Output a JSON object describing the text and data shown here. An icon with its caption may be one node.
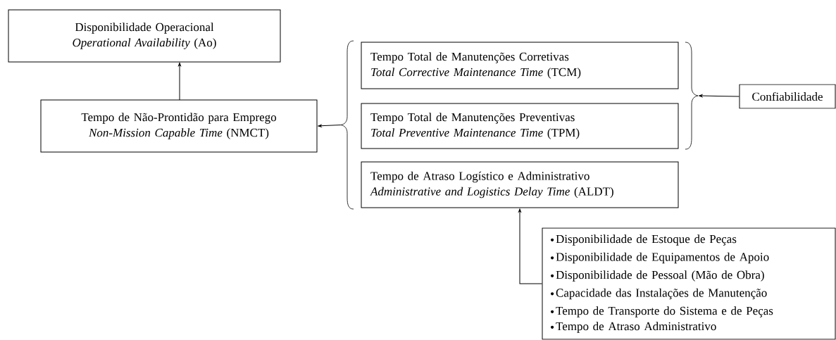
{
  "diagram": {
    "nodes": [
      {
        "text": [
          "Disponibilidade Operacional",
          "*Operational Availability* (Ao)"
        ]
      },
      {
        "text": [
          "Tempo de Não-Prontidão para Emprego",
          "*Non-Mission Capable Time* (NMCT)"
        ]
      },
      {
        "text": [
          "Tempo Total de Manutenções Corretivas",
          "*Total Corrective Maintenance Time* (TCM)"
        ]
      },
      {
        "text": [
          "Tempo Total de Manutenções Preventivas",
          "*Total Preventive Maintenance Time* (TPM)"
        ]
      },
      {
        "text": [
          "Tempo de Atraso Logístico e Administrativo",
          "*Administrative and Logistics Delay Time* (ALDT)"
        ]
      },
      {
        "text": [
          "Confiabilidade"
        ]
      },
      {
        "text": [
          "Disponibilidade de Estoque de Peças",
          "Disponibilidade de Equipamentos de Apoio",
          "Disponibilidade de Pessoal (Mão de Obra)",
          "Capacidade das Instalações de Manutenção",
          "Tempo de Transporte do Sistema e de Peças",
          "Tempo de Atraso Administrativo"
        ]
      },
      {
        "text": [],
        "shape": "brace"
      },
      {
        "text": [],
        "shape": "brace"
      }
    ],
    "edges": [
      {
        "from": 1,
        "to": 0,
        "arrow": "to"
      },
      {
        "from": 7,
        "to": 1,
        "arrow": "to"
      },
      {
        "from": 5,
        "to": 8,
        "arrow": "to"
      },
      {
        "from": 6,
        "to": 4,
        "arrow": "to"
      }
    ]
  }
}
